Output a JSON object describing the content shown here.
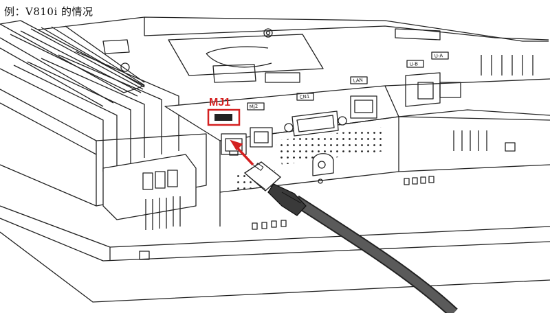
{
  "caption": "例：V810i 的情况",
  "highlight": {
    "label": "MJ1",
    "color": "#d42020"
  },
  "port_labels": [
    "MJ2",
    "CN1",
    "LAN",
    "U-B",
    "U-A"
  ],
  "icons": {
    "arrow": "red-arrow-icon",
    "cable": "ethernet-cable-icon",
    "port": "rj45-port-icon"
  }
}
